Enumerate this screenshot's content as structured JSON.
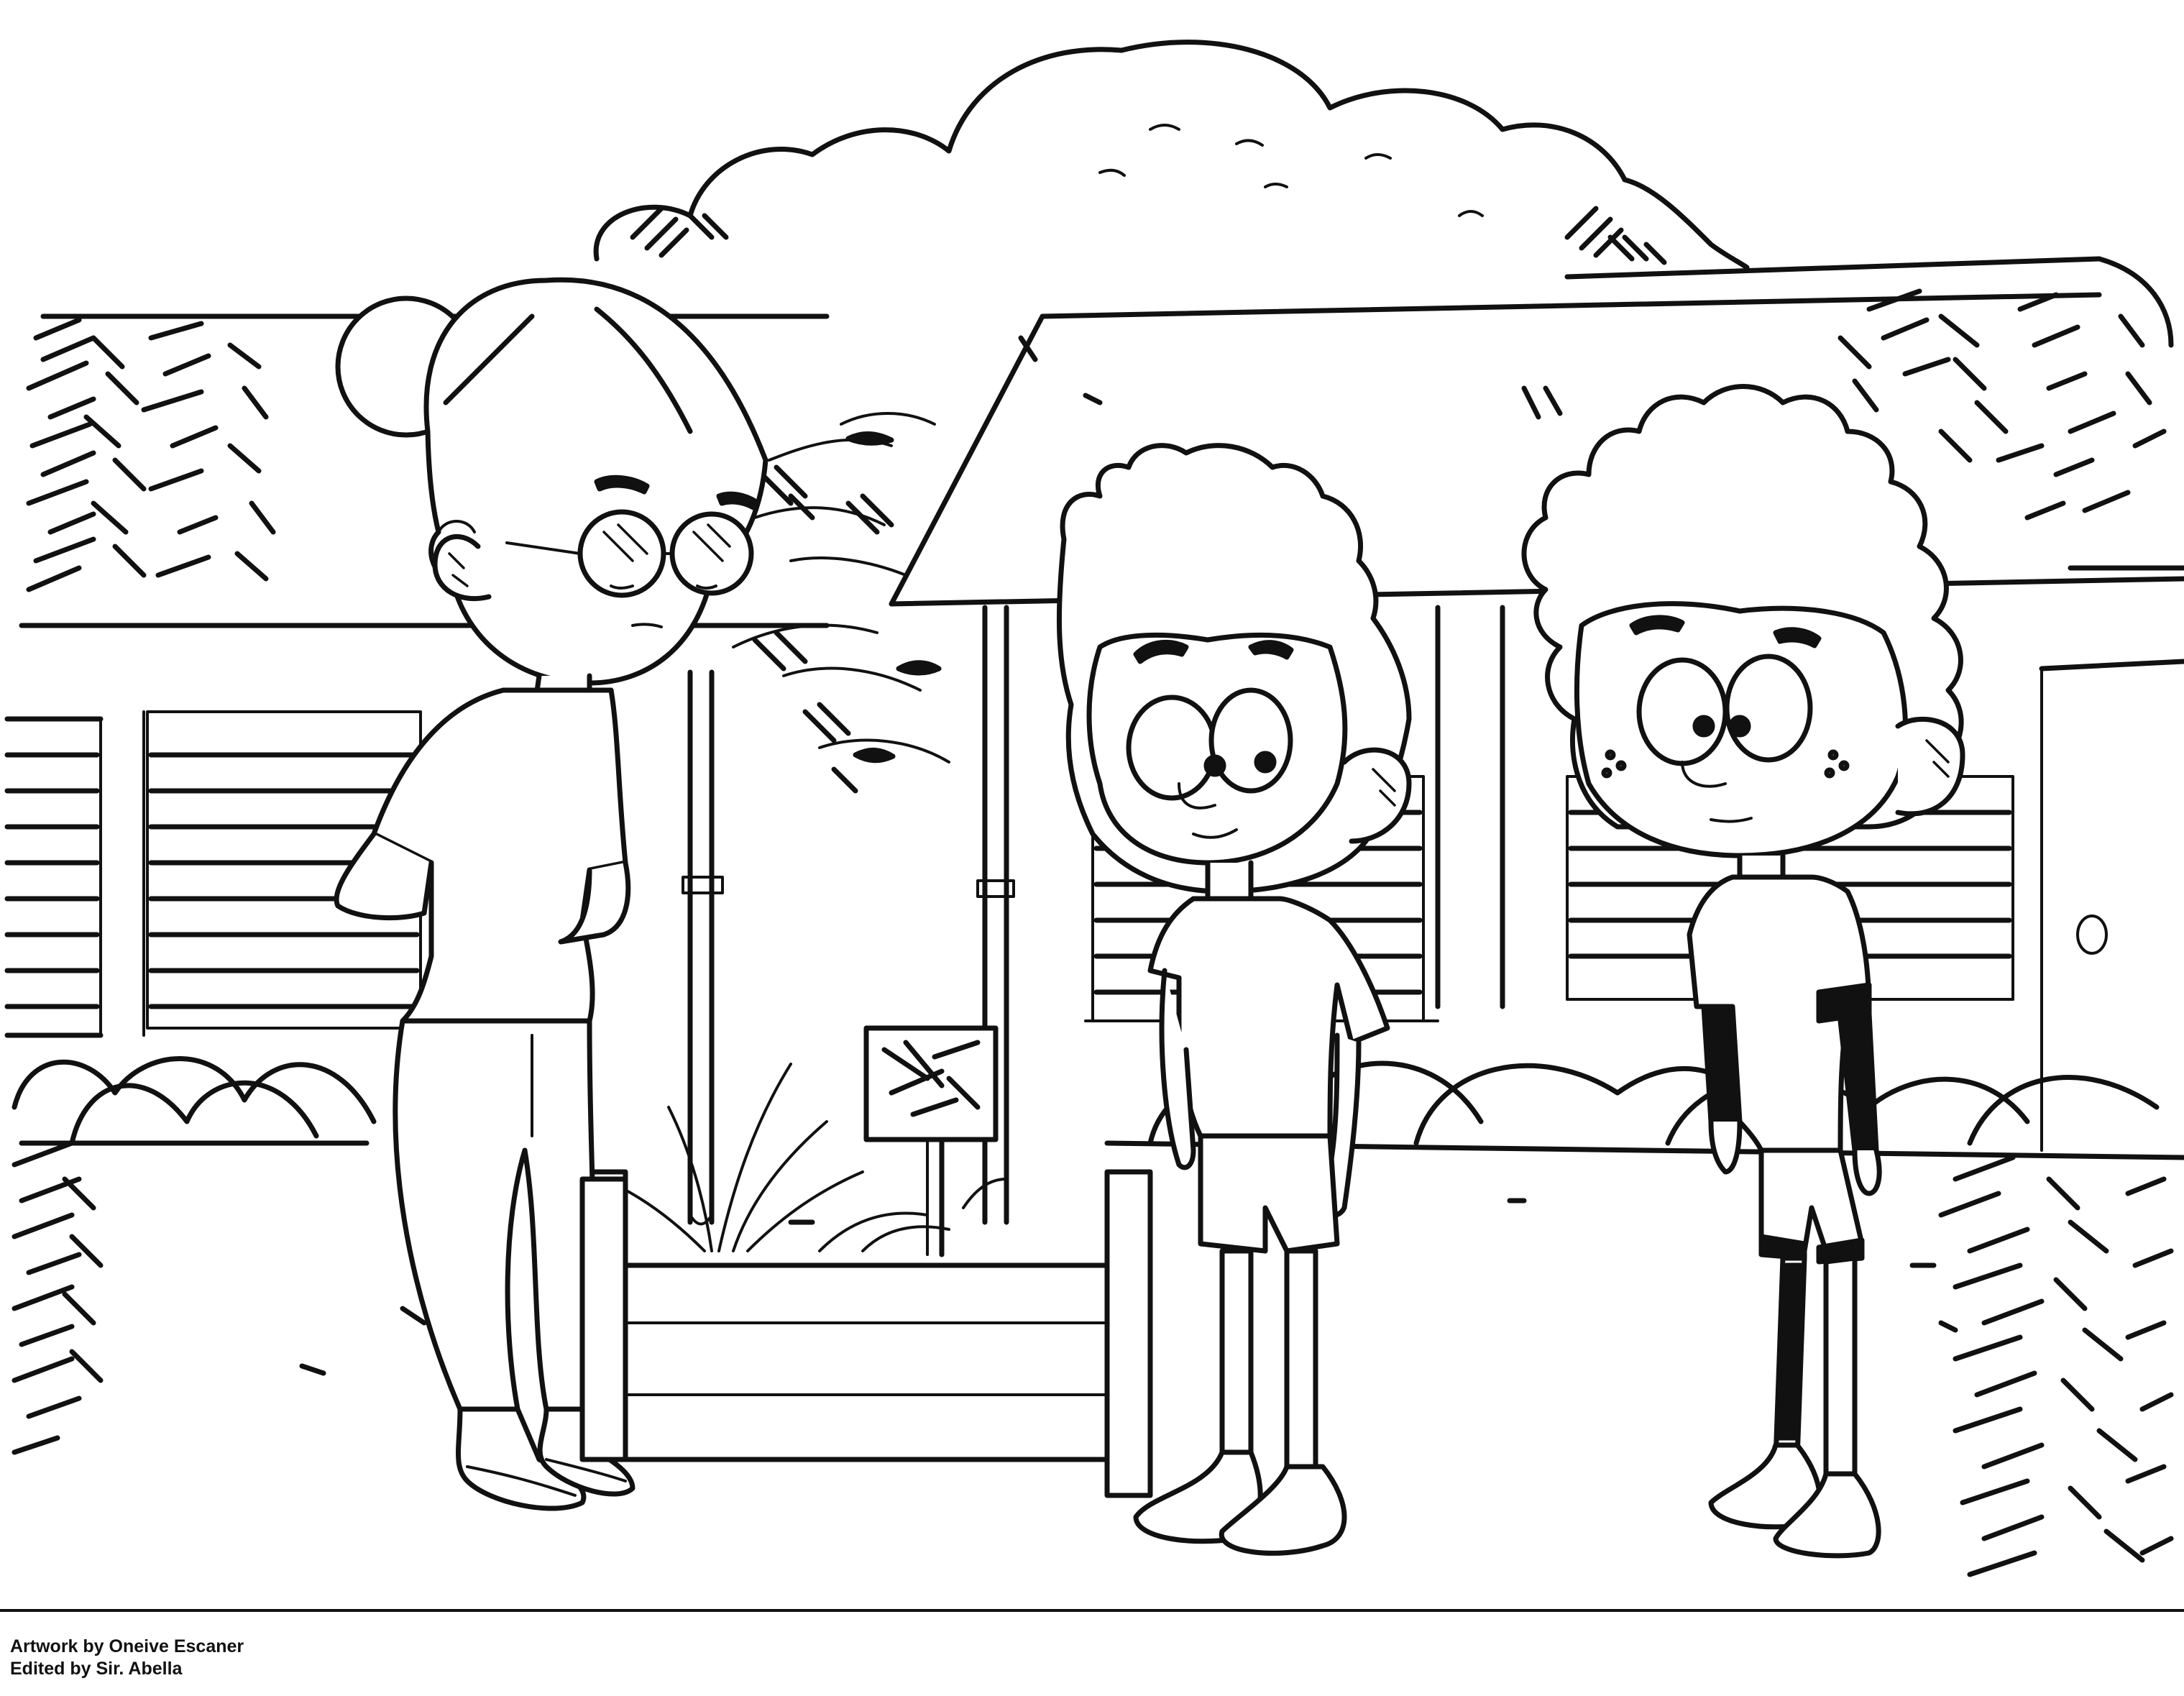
{
  "credits": {
    "artwork_line": "Artwork by Oneive Escaner",
    "edited_line": "Edited by Sir. Abella"
  },
  "colors": {
    "ink": "#111111",
    "paper": "#ffffff"
  },
  "scene": {
    "figures": [
      "teacher-figure",
      "boy-figure-center",
      "boy-figure-curly"
    ]
  }
}
